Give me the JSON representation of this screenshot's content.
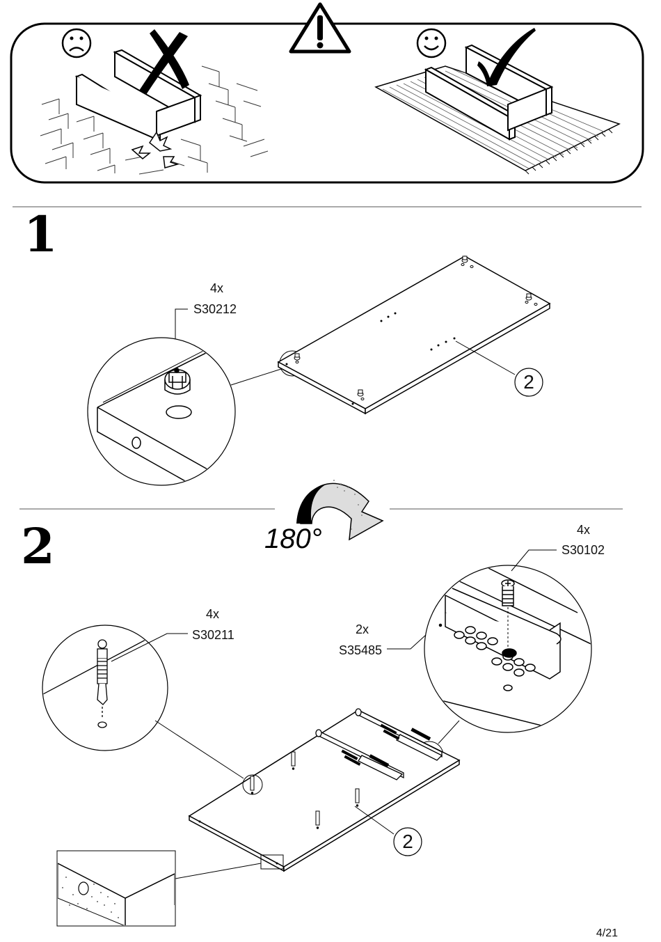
{
  "warning": {
    "bad_face_icon": "sad-face-icon",
    "good_face_icon": "smiley-face-icon",
    "cross_icon": "cross-icon",
    "check_icon": "checkmark-icon",
    "caution_icon": "warning-triangle-icon"
  },
  "step1": {
    "number": "1",
    "part_qty": "4x",
    "part_code": "S30212",
    "callout_ref": "2"
  },
  "step2": {
    "number": "2",
    "rotation": "180°",
    "dowel_qty": "4x",
    "dowel_code": "S30211",
    "slide_qty": "2x",
    "slide_code": "S35485",
    "screw_qty": "4x",
    "screw_code": "S30102",
    "callout_ref": "2"
  },
  "page": "4/21"
}
